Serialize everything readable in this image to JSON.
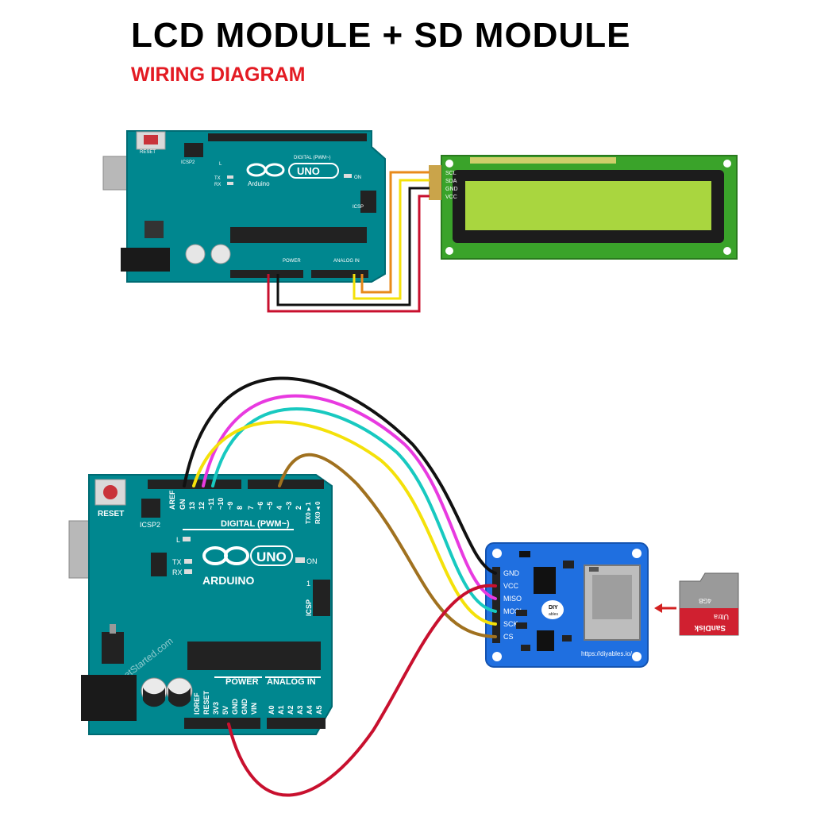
{
  "header": {
    "title": "LCD MODULE + SD MODULE",
    "subtitle": "WIRING DIAGRAM"
  },
  "arduino_top": {
    "reset_label": "RESET",
    "icsp2_label": "ICSP2",
    "brand": "UNO",
    "arduino_text": "Arduino",
    "l_label": "L",
    "tx_label": "TX",
    "rx_label": "RX",
    "on_label": "ON",
    "digital_label": "DIGITAL (PWM~)",
    "power_label": "POWER",
    "analog_label": "ANALOG IN",
    "icsp_label": "ICSP"
  },
  "lcd": {
    "pins": [
      "SCL",
      "SDA",
      "GND",
      "VCC"
    ]
  },
  "arduino_bottom": {
    "reset_label": "RESET",
    "icsp2_label": "ICSP2",
    "aref_label": "AREF",
    "gnd_label": "GN",
    "digital_pins": [
      "13",
      "12",
      "~11",
      "~10",
      "~9",
      "8",
      "7",
      "~6",
      "~5",
      "4",
      "~3",
      "2",
      "TX0 ▸ 1",
      "RX0 ◂ 0"
    ],
    "digital_label": "DIGITAL (PWM~)",
    "brand": "UNO",
    "arduino_text": "ARDUINO",
    "l_label": "L",
    "tx_label": "TX",
    "rx_label": "RX",
    "on_label": "ON",
    "icsp_label": "ICSP",
    "icsp_pin": "1",
    "power_label": "POWER",
    "analog_label": "ANALOG IN",
    "power_pins": [
      "IOREF",
      "RESET",
      "3V3",
      "5V",
      "GND",
      "GND",
      "VIN"
    ],
    "analog_pins": [
      "A0",
      "A1",
      "A2",
      "A3",
      "A4",
      "A5"
    ],
    "watermark": "ArduinoGetStarted.com"
  },
  "sd_module": {
    "pins": [
      "GND",
      "VCC",
      "MISO",
      "MOSI",
      "SCK",
      "CS"
    ],
    "logo_top": "DIY",
    "logo_bottom": "ables",
    "url": "https://diyables.io/"
  },
  "sd_card": {
    "brand": "SanDisk",
    "line": "Ultra",
    "capacity": "4GB"
  },
  "colors": {
    "board": "#00878f",
    "board_dark": "#006b73",
    "lcd_green": "#3aa32a",
    "lcd_screen": "#a9d63f",
    "sd_blue": "#1f6fe0",
    "wire_black": "#111111",
    "wire_red": "#c8102e",
    "wire_yellow": "#f4e10a",
    "wire_orange": "#e88a1a",
    "wire_magenta": "#e83ae0",
    "wire_cyan": "#18c9c0",
    "wire_brown": "#a0711f"
  }
}
